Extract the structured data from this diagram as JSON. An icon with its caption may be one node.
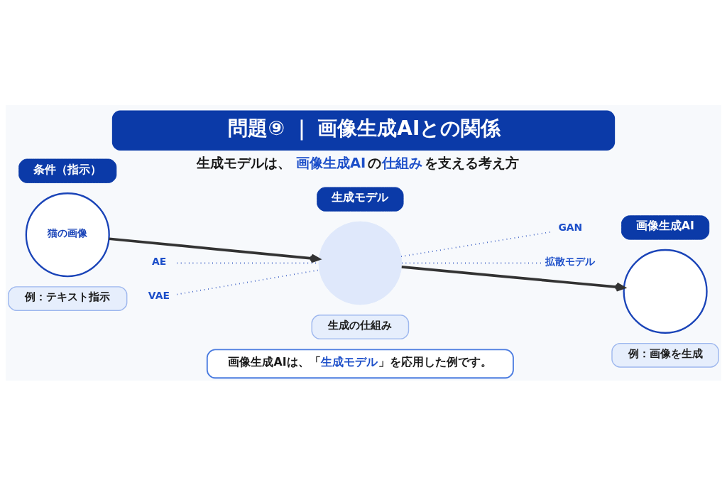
{
  "diagram": {
    "title": "問題⑨ ｜ 画像生成AIとの関係",
    "nodes": [
      {
        "text": [
          "条件（指示）"
        ]
      },
      {
        "text": [
          "生成モデル"
        ]
      },
      {
        "text": [
          "画像生成AI"
        ]
      },
      {
        "text": [
          "猫の画像"
        ]
      },
      {
        "text": [
          "AE"
        ]
      },
      {
        "text": [],
        "shape": "circle"
      },
      {
        "text": [
          "GAN"
        ]
      },
      {
        "text": [],
        "shape": "circle"
      },
      {
        "text": [
          "VAE"
        ]
      },
      {
        "text": [
          "拡散モデル"
        ]
      },
      {
        "text": [
          "例：テキスト指示"
        ]
      },
      {
        "text": [
          "生成の仕組み"
        ]
      },
      {
        "text": [
          "例：画像を生成"
        ]
      },
      {
        "text": [
          "画像生成AIは、「**生成モデル**」を応用した例です。"
        ]
      }
    ],
    "edges": [
      {
        "from": 3,
        "to": 5,
        "arrow": "to",
        "style": "thick",
        "color": "#333333"
      },
      {
        "from": 5,
        "to": 7,
        "arrow": "to",
        "style": "thick",
        "color": "#333333"
      },
      {
        "from": 4,
        "to": 5,
        "arrow": "none",
        "style": "dashed"
      },
      {
        "from": 5,
        "to": 6,
        "arrow": "none",
        "style": "dashed"
      },
      {
        "from": 8,
        "to": 5,
        "arrow": "none",
        "style": "dashed"
      },
      {
        "from": 5,
        "to": 9,
        "arrow": "none",
        "style": "dashed"
      }
    ],
    "labels": [
      "生成モデルは、**画像生成AI**の**仕組み**を支える考え方"
    ]
  }
}
